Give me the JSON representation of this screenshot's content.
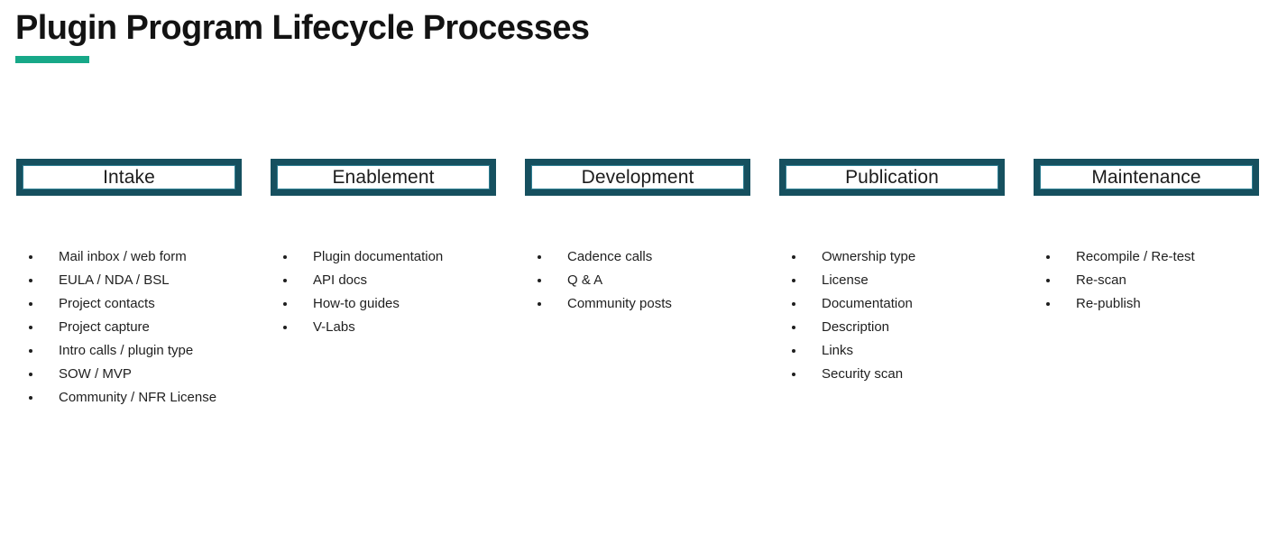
{
  "slide": {
    "title": "Plugin Program Lifecycle Processes",
    "accent_color": "#17a888",
    "border_color": "#16505f",
    "background_color": "#ffffff",
    "text_color": "#1f1f1f"
  },
  "phases": [
    {
      "name": "Intake",
      "items": [
        "Mail inbox / web form",
        "EULA / NDA / BSL",
        "Project contacts",
        "Project capture",
        "Intro calls / plugin type",
        "SOW / MVP",
        "Community / NFR License"
      ]
    },
    {
      "name": "Enablement",
      "items": [
        "Plugin documentation",
        "API docs",
        "How-to guides",
        "V-Labs"
      ]
    },
    {
      "name": "Development",
      "items": [
        "Cadence calls",
        "Q & A",
        "Community posts"
      ]
    },
    {
      "name": "Publication",
      "items": [
        "Ownership type",
        "License",
        "Documentation",
        "Description",
        "Links",
        "Security scan"
      ]
    },
    {
      "name": "Maintenance",
      "items": [
        "Recompile / Re-test",
        "Re-scan",
        "Re-publish"
      ]
    }
  ]
}
